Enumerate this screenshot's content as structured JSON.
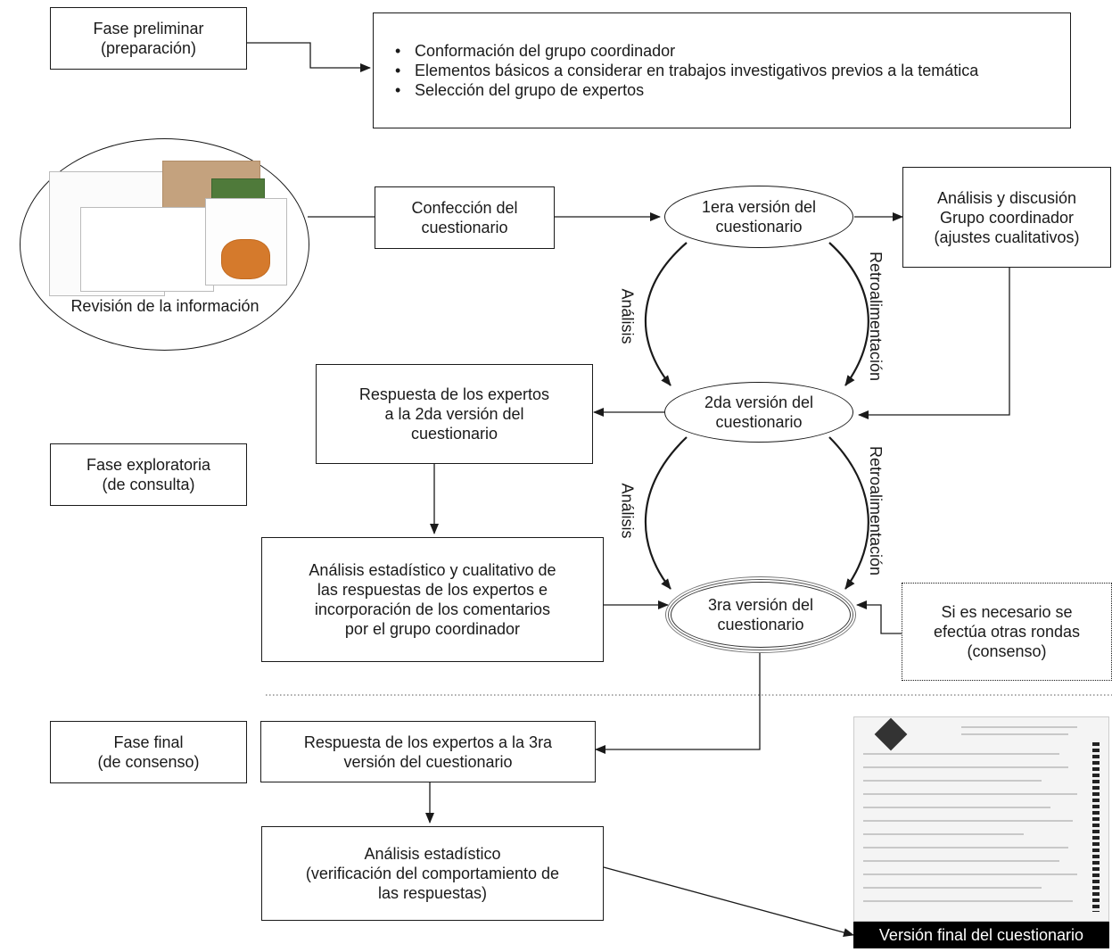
{
  "phases": {
    "preliminar": "Fase preliminar\n(preparación)",
    "exploratoria": "Fase exploratoria\n(de consulta)",
    "final": "Fase final\n(de consenso)"
  },
  "preliminar_items": [
    "Conformación del grupo coordinador",
    "Elementos básicos a considerar en trabajos investigativos previos a la temática",
    "Selección del grupo de expertos"
  ],
  "info_review": "Revisión de la información",
  "confeccion": "Confección del\ncuestionario",
  "version1": "1era versión del\ncuestionario",
  "version2": "2da versión del\ncuestionario",
  "version3": "3ra versión del\ncuestionario",
  "analisis_grupo": "Análisis y discusión\nGrupo coordinador\n(ajustes cualitativos)",
  "respuesta2": "Respuesta de los expertos\na la 2da versión del\ncuestionario",
  "analisis_estadistico_cual": "Análisis estadístico y cualitativo de\nlas respuestas de los expertos e\nincorporación de los comentarios\npor el grupo coordinador",
  "otras_rondas": "Si es necesario se\nefectúa otras rondas\n(consenso)",
  "respuesta3": "Respuesta de los expertos a la 3ra\nversión del cuestionario",
  "analisis_final": "Análisis estadístico\n(verificación del comportamiento de\nlas respuestas)",
  "version_final": "Versión final del cuestionario",
  "labels": {
    "analisis": "Análisis",
    "retro": "Retroalimentación"
  }
}
